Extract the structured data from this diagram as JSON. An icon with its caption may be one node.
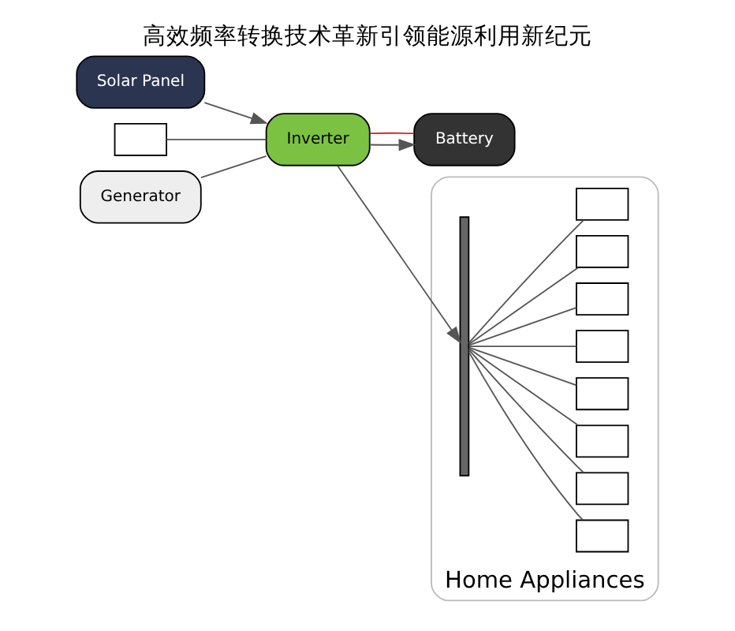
{
  "diagram": {
    "title": "高效频率转换技术革新引领能源利用新纪元",
    "nodes": [
      {
        "text": [
          "Solar Panel"
        ]
      },
      {
        "text": [],
        "shape": "box"
      },
      {
        "text": [
          "Generator"
        ]
      },
      {
        "text": [
          "Inverter"
        ]
      },
      {
        "text": [
          "Battery"
        ]
      },
      {
        "text": [
          "Home Appliances"
        ]
      },
      {
        "text": [],
        "shape": "bar",
        "in": 5
      },
      {
        "text": [],
        "shape": "box",
        "in": 5
      },
      {
        "text": [],
        "shape": "box",
        "in": 5
      },
      {
        "text": [],
        "shape": "box",
        "in": 5
      },
      {
        "text": [],
        "shape": "box",
        "in": 5
      },
      {
        "text": [],
        "shape": "box",
        "in": 5
      },
      {
        "text": [],
        "shape": "box",
        "in": 5
      },
      {
        "text": [],
        "shape": "box",
        "in": 5
      },
      {
        "text": [],
        "shape": "box",
        "in": 5
      }
    ],
    "edges": [
      {
        "from": 0,
        "to": 3,
        "arrow": "to"
      },
      {
        "from": 1,
        "to": 3,
        "arrow": "none"
      },
      {
        "from": 2,
        "to": 3,
        "arrow": "none"
      },
      {
        "from": 3,
        "to": 4,
        "arrow": "to"
      },
      {
        "from": 4,
        "to": 3,
        "arrow": "none",
        "color": "#e02020"
      },
      {
        "from": 3,
        "to": 6,
        "arrow": "to"
      },
      {
        "from": 6,
        "to": 7,
        "arrow": "none"
      },
      {
        "from": 6,
        "to": 8,
        "arrow": "none"
      },
      {
        "from": 6,
        "to": 9,
        "arrow": "none"
      },
      {
        "from": 6,
        "to": 10,
        "arrow": "none"
      },
      {
        "from": 6,
        "to": 11,
        "arrow": "none"
      },
      {
        "from": 6,
        "to": 12,
        "arrow": "none"
      },
      {
        "from": 6,
        "to": 13,
        "arrow": "none"
      },
      {
        "from": 6,
        "to": 14,
        "arrow": "none"
      }
    ]
  }
}
